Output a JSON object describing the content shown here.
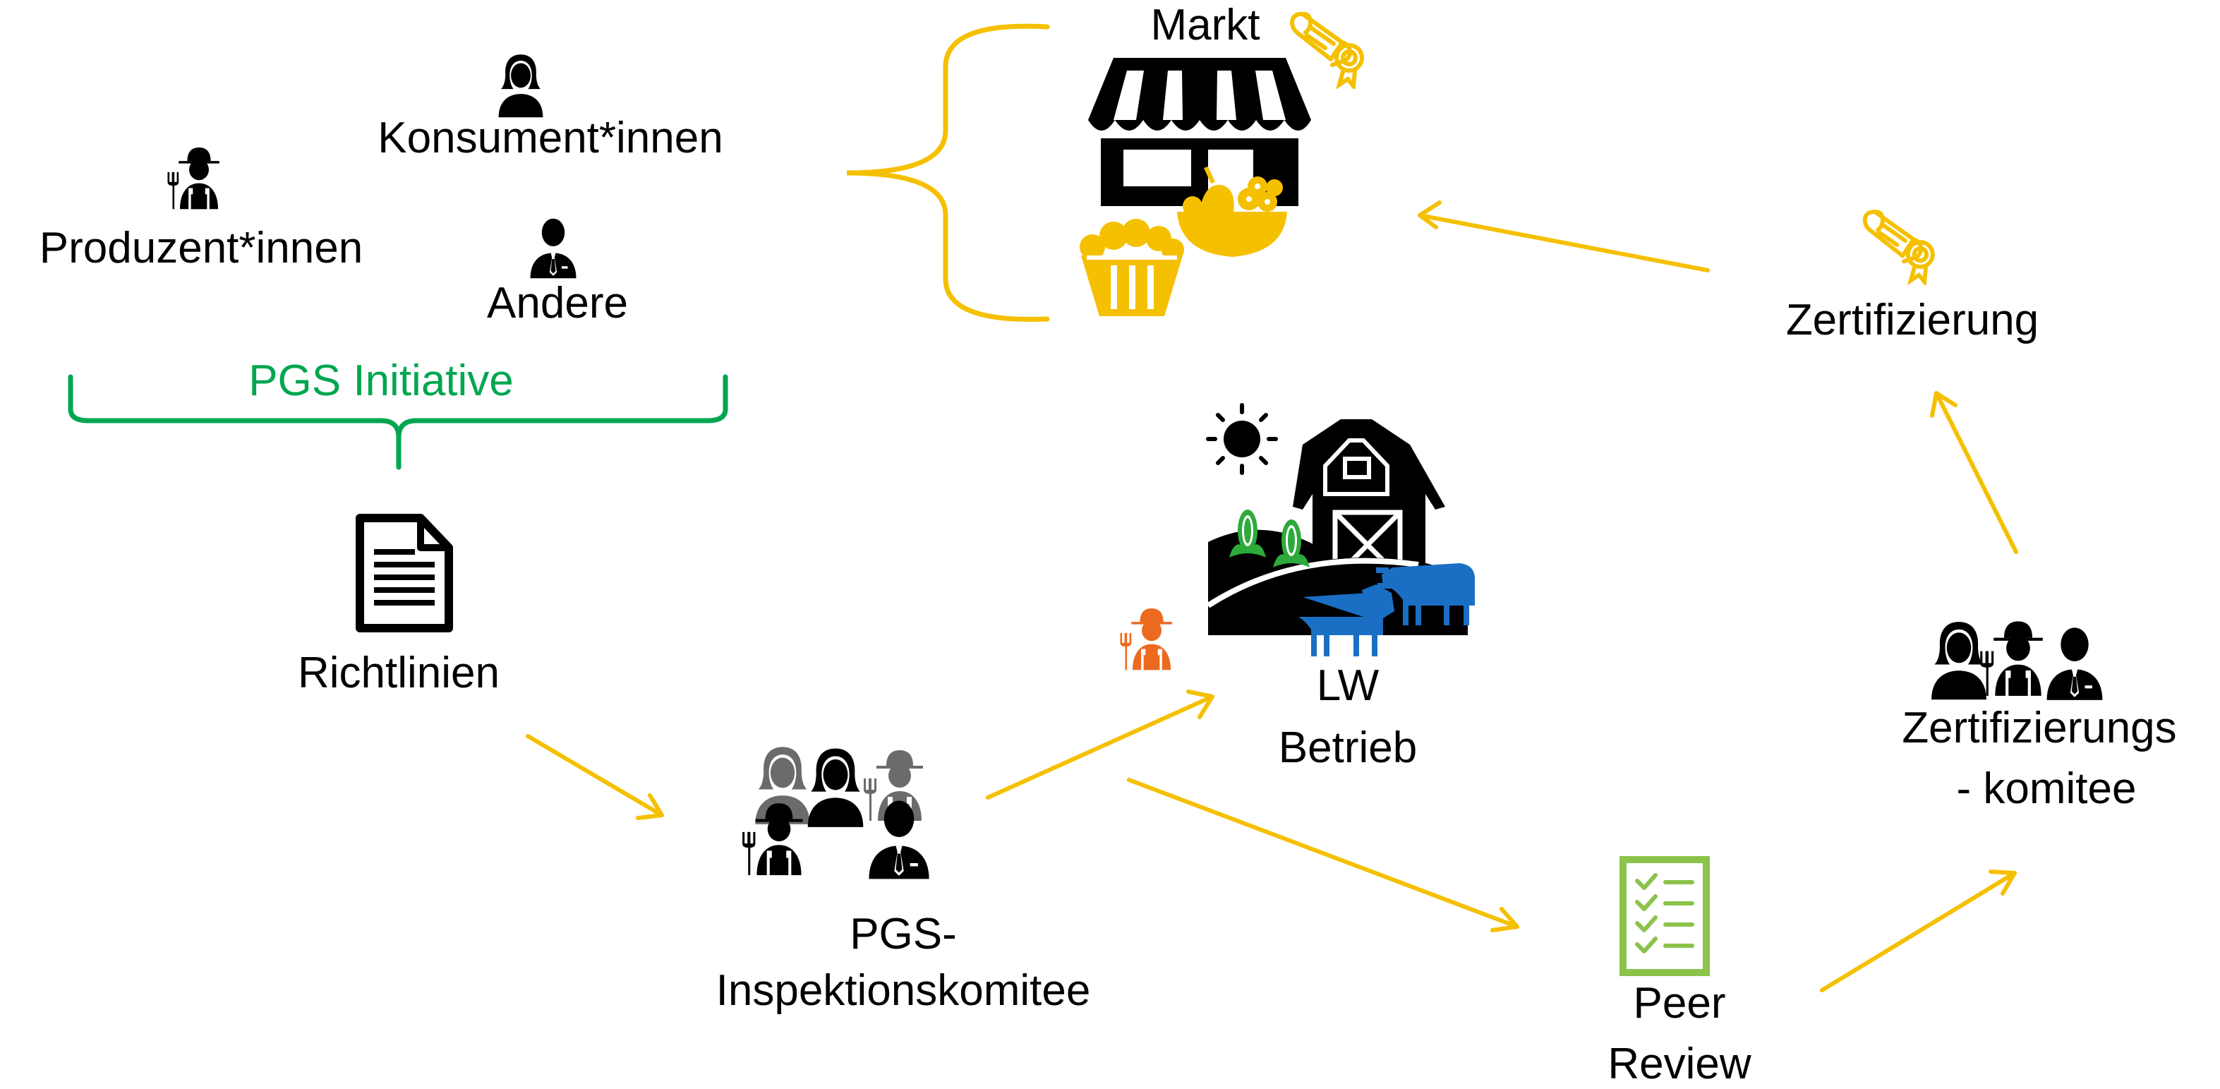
{
  "labels": {
    "markt": "Markt",
    "konsumenten": "Konsument*innen",
    "produzenten": "Produzent*innen",
    "andere": "Andere",
    "initiative": "PGS Initiative",
    "richtlinien": "Richtlinien",
    "inspektion_line1": "PGS-",
    "inspektion_line2": "Inspektionskomitee",
    "betrieb_line1": "LW",
    "betrieb_line2": "Betrieb",
    "peer_line1": "Peer",
    "peer_line2": "Review",
    "zertifizierung": "Zertifizierung",
    "komitee_line1": "Zertifizierungs",
    "komitee_line2": "- komitee"
  },
  "icons": {
    "markt": "market-stall-icon",
    "certificate": "certificate-icon",
    "farmer": "farmer-icon",
    "consumer": "woman-icon",
    "other": "businessman-icon",
    "document": "document-icon",
    "group": "people-group-icon",
    "farm": "farm-icon",
    "checklist": "checklist-icon"
  },
  "colors": {
    "accent": "#f5c000",
    "initiative": "#00a650",
    "farmer_orange": "#ec6a1f",
    "cow_blue": "#1a6fc4",
    "corn_green": "#2eaa3c",
    "checklist_green": "#8bc34a",
    "grey": "#6b6b6b",
    "text": "#000000"
  }
}
